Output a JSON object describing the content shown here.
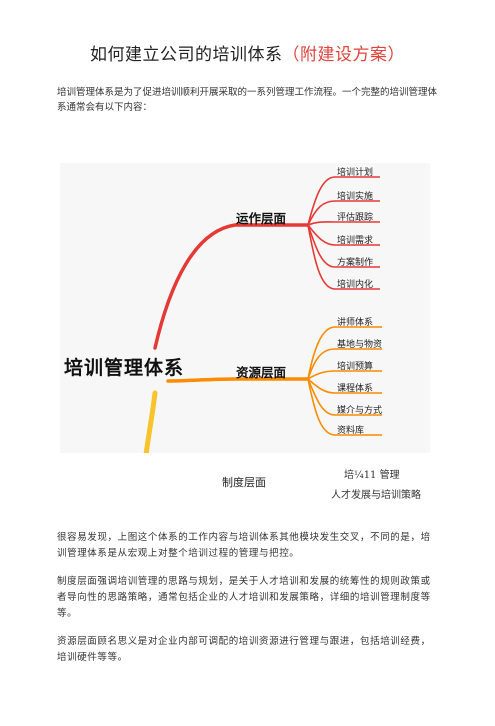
{
  "title": {
    "main": "如何建立公司的培训体系",
    "suffix": "（附建设方案）",
    "accent_color": "#e0443e"
  },
  "intro": "培训管理体系是为了促进培训顺利开展采取的一系列管理工作流程。一个完整的培训管理体系通常会有以下内容：",
  "mindmap": {
    "root": "培训管理体系",
    "branches": [
      {
        "label": "运作层面",
        "color": "#e53935",
        "leaves": [
          "培训计划",
          "培训实施",
          "评估跟踪",
          "培训需求",
          "方案制作",
          "培训内化"
        ]
      },
      {
        "label": "资源层面",
        "color": "#fb8c00",
        "leaves": [
          "讲师体系",
          "基地与物资",
          "培训预算",
          "课程体系",
          "媒介与方式",
          "资料库"
        ]
      }
    ],
    "third_branch_color": "#f9c32b"
  },
  "below_mindmap": {
    "left_label": "制度层面",
    "right_line1": "培¼11 管理",
    "right_line2": "人才发展与培训策略"
  },
  "paragraphs": [
    "很容易发现，上图这个体系的工作内容与培训体系其他模块发生交叉，不同的是，培训管理体系是从宏观上对整个培训过程的管理与把控。",
    "制度层面强调培训管理的思路与规划，是关于人才培训和发展的统筹性的规则政策或者导向性的思路策略，通常包括企业的人才培训和发展策略，详细的培训管理制度等等。",
    "资源层面顾名思义是对企业内部可调配的培训资源进行管理与跟进，包括培训经费，培训硬件等等。"
  ]
}
